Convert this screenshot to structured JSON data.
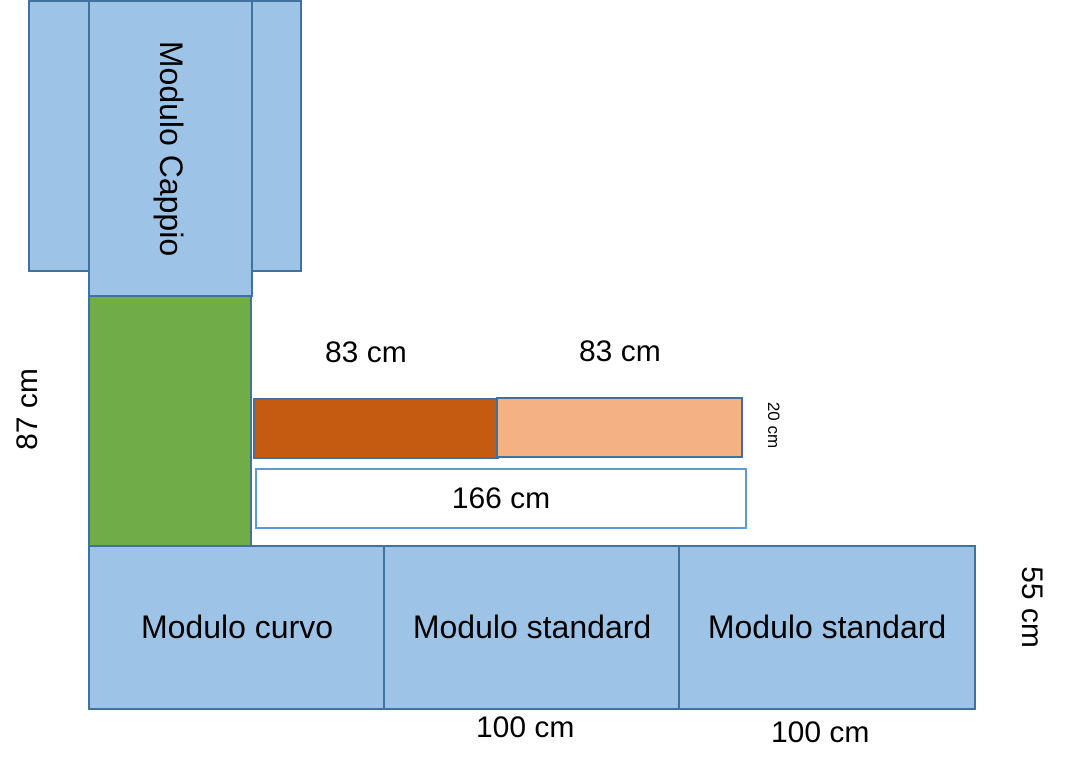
{
  "diagram": {
    "modules": {
      "cappio": {
        "label": "Modulo Cappio"
      },
      "curvo": {
        "label": "Modulo curvo"
      },
      "standard_1": {
        "label": "Modulo standard"
      },
      "standard_2": {
        "label": "Modulo standard"
      }
    },
    "dimensions": {
      "top_left_1": "83 cm",
      "top_left_2": "83 cm",
      "panel_depth": "20 cm",
      "total_width": "166 cm",
      "green_height": "87 cm",
      "bottom_depth": "55 cm",
      "standard_1_width": "100 cm",
      "standard_2_width": "100 cm"
    },
    "colors": {
      "module_fill": "#9dc3e6",
      "module_border": "#41719c",
      "green_fill": "#70ad47",
      "dark_orange_fill": "#c55a11",
      "light_orange_fill": "#f4b183",
      "outline_border": "#5b9bd5"
    }
  }
}
